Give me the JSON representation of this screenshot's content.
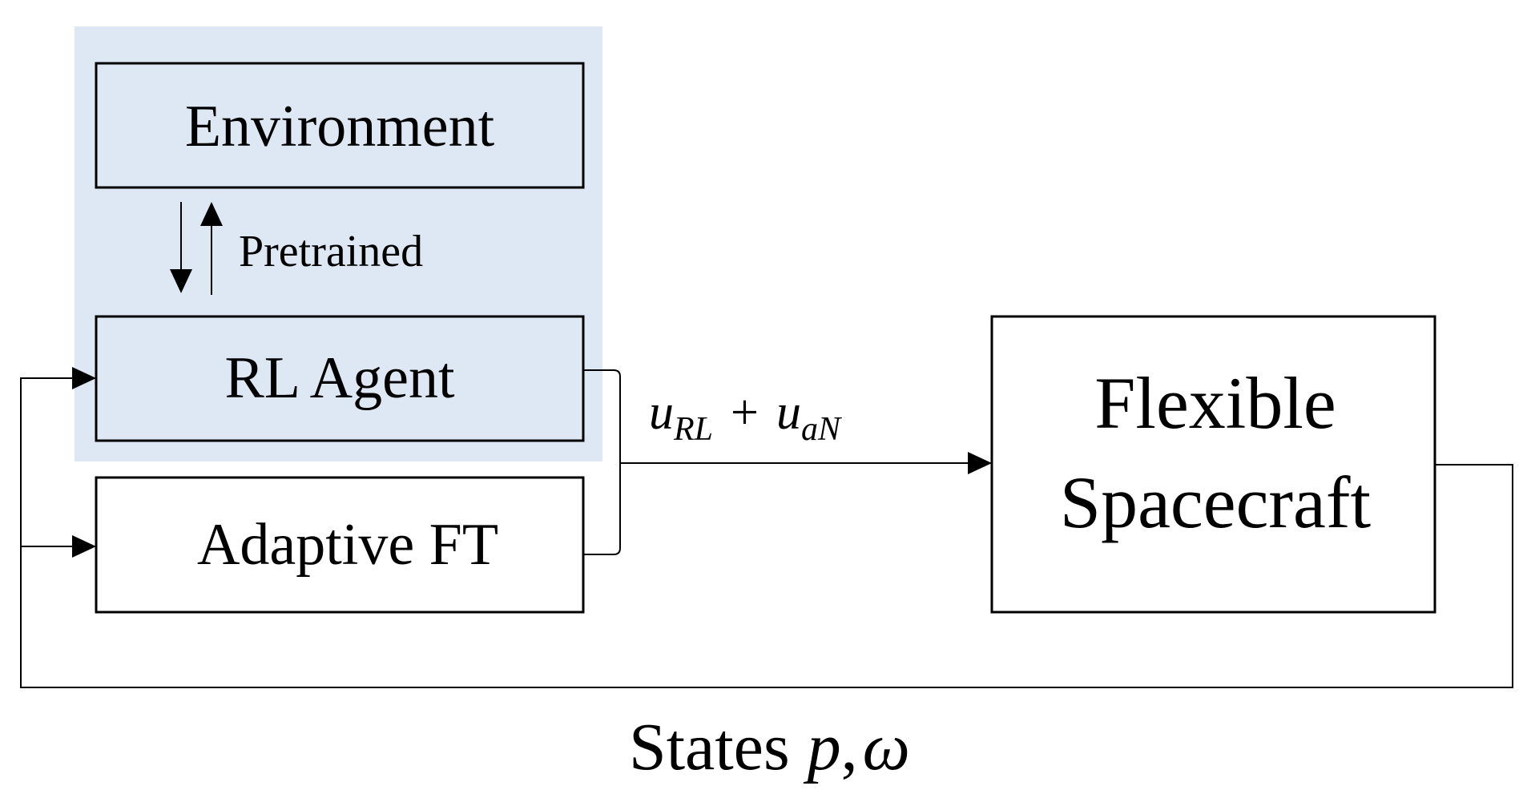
{
  "colors": {
    "highlight": "#dee8f5",
    "line": "#000000",
    "box_fill": "#ffffff"
  },
  "blocks": {
    "environment": "Environment",
    "rl_agent": "RL Agent",
    "adaptive_ft": "Adaptive FT",
    "spacecraft_line1": "Flexible",
    "spacecraft_line2": "Spacecraft"
  },
  "edges": {
    "pretrained": "Pretrained"
  },
  "control_signal": {
    "u1": "u",
    "u1_sub": "RL",
    "plus": "+",
    "u2": "u",
    "u2_sub": "aN"
  },
  "feedback": {
    "label": "States",
    "var1": "p",
    "comma": ",",
    "var2": "ω"
  }
}
